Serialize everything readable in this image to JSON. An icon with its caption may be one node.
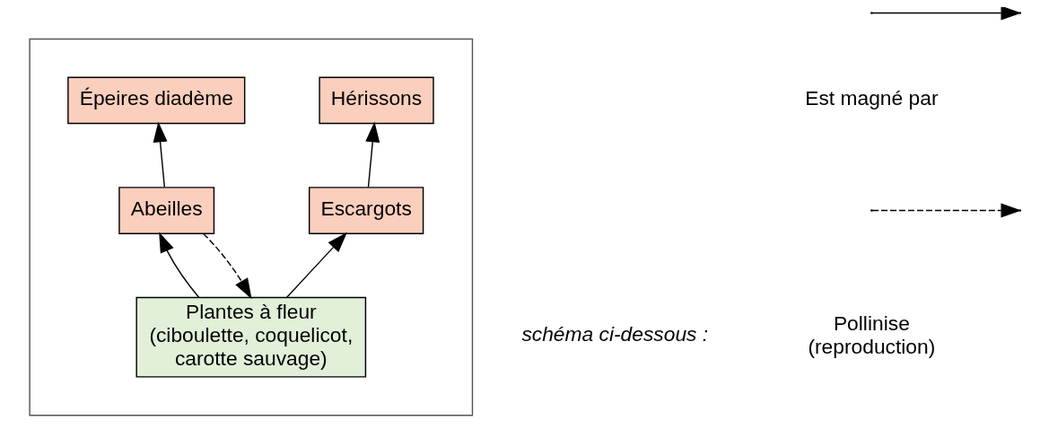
{
  "diagram": {
    "nodes": [
      {
        "text": [],
        "shape": "box"
      },
      {
        "text": [
          "Épeires diadème"
        ],
        "in": 0
      },
      {
        "text": [
          "Hérissons"
        ],
        "in": 0
      },
      {
        "text": [
          "Abeilles"
        ],
        "in": 0
      },
      {
        "text": [
          "Escargots"
        ],
        "in": 0
      },
      {
        "text": [
          "Plantes à fleur (ciboulette, coquelicot, carotte sauvage)"
        ],
        "in": 0
      }
    ],
    "edges": [
      {
        "from": 3,
        "to": 1,
        "arrow": "to"
      },
      {
        "from": 4,
        "to": 2,
        "arrow": "to"
      },
      {
        "from": 5,
        "to": 3,
        "arrow": "to"
      },
      {
        "from": 3,
        "to": 5,
        "arrow": "to",
        "style": "dashed"
      },
      {
        "from": 5,
        "to": 4,
        "arrow": "to"
      }
    ],
    "labels": [
      "schéma ci-dessous :"
    ],
    "legend": [
      {
        "text": "Est magné par"
      },
      {
        "text": "Pollinise (reproduction)"
      }
    ]
  }
}
